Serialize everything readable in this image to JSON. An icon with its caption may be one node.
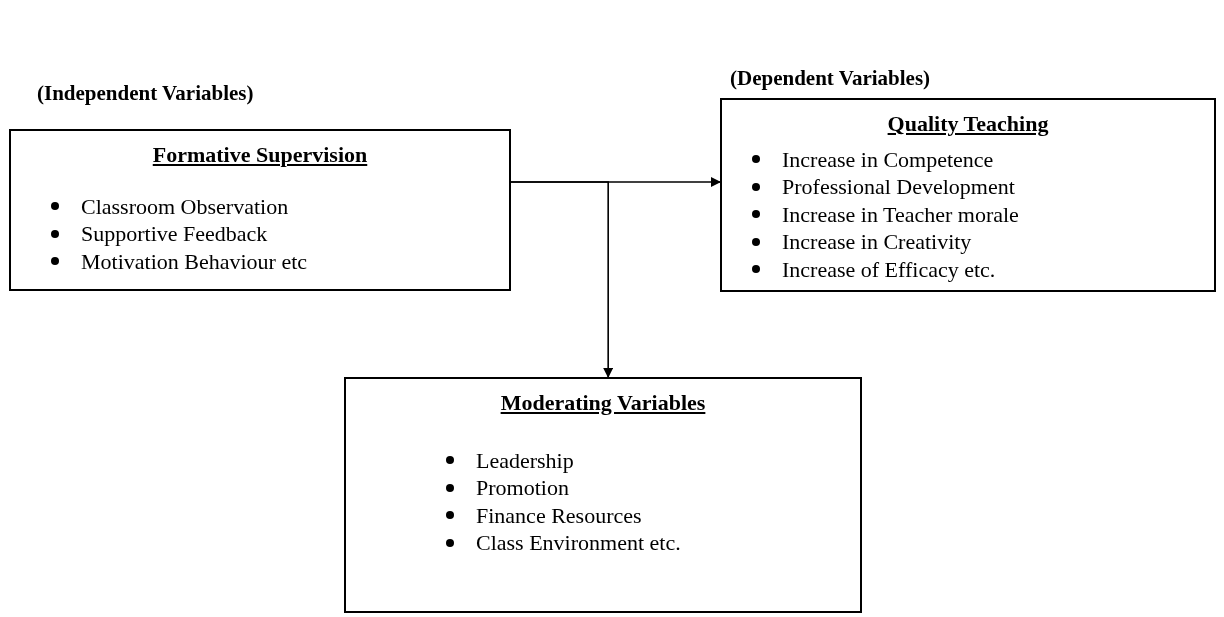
{
  "diagram": {
    "nodes": [
      {
        "text": [
          "(Independent Variables)",
          "Formative Supervision",
          "Classroom Observation",
          "Supportive Feedback",
          "Motivation Behaviour etc"
        ]
      },
      {
        "text": [
          "(Dependent Variables)",
          "Quality Teaching",
          "Increase in Competence",
          "Professional Development",
          "Increase in Teacher morale",
          "Increase in Creativity",
          "Increase of Efficacy etc."
        ]
      },
      {
        "text": [
          "Moderating Variables",
          "Leadership",
          "Promotion",
          "Finance Resources",
          "Class Environment etc."
        ]
      }
    ],
    "edges": [
      {
        "from": 0,
        "to": 1,
        "arrow": "to"
      },
      {
        "from": 0,
        "to": 2,
        "arrow": "to"
      }
    ]
  }
}
